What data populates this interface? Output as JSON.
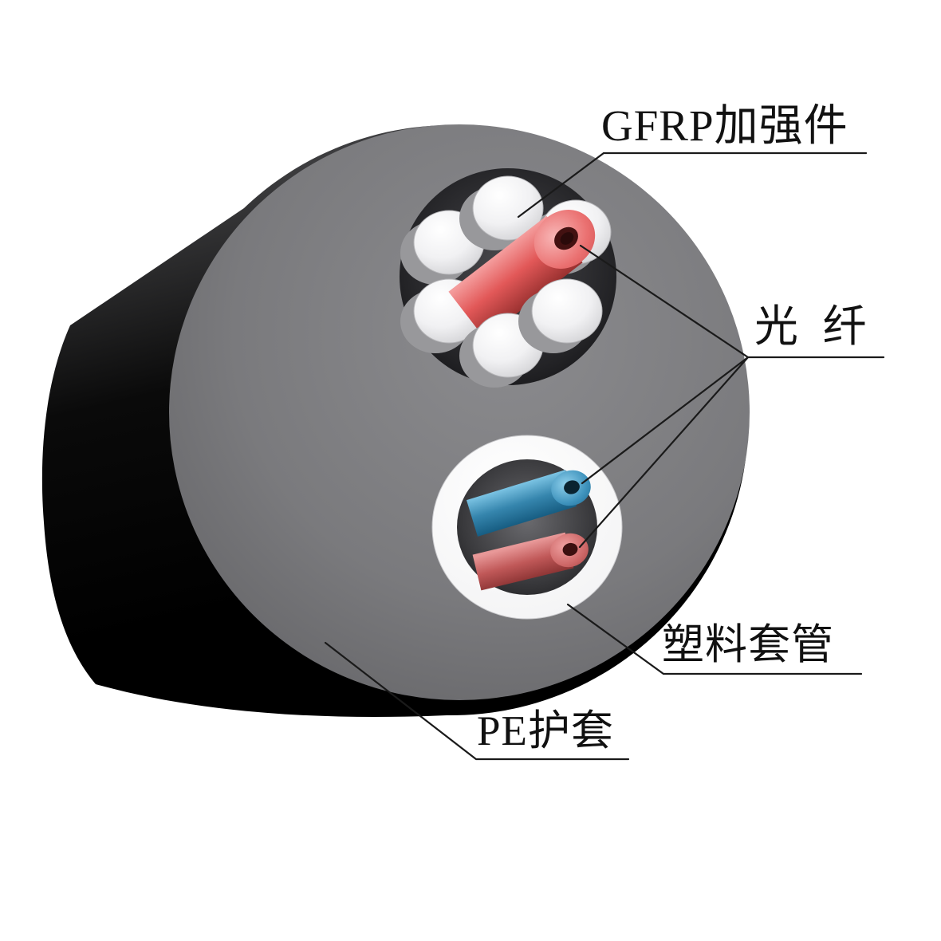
{
  "page": {
    "background": "#ffffff"
  },
  "diagram": {
    "type": "fiber-optic-cable-cutaway",
    "labels": {
      "gfrp": "GFRP加强件",
      "fiber": "光  纤",
      "sleeve": "塑料套管",
      "jacket": "PE护套"
    },
    "colors": {
      "jacket": "#000000",
      "face": "#7b7b7e",
      "gfrp_rod": "#f1f1f3",
      "fiber_tube_red": "#df5858",
      "fiber_tube_blue": "#2f7fa6",
      "fiber_tube_dark_red": "#b65050",
      "sleeve": "#ffffff",
      "leader_line": "#1a1a1a"
    }
  }
}
